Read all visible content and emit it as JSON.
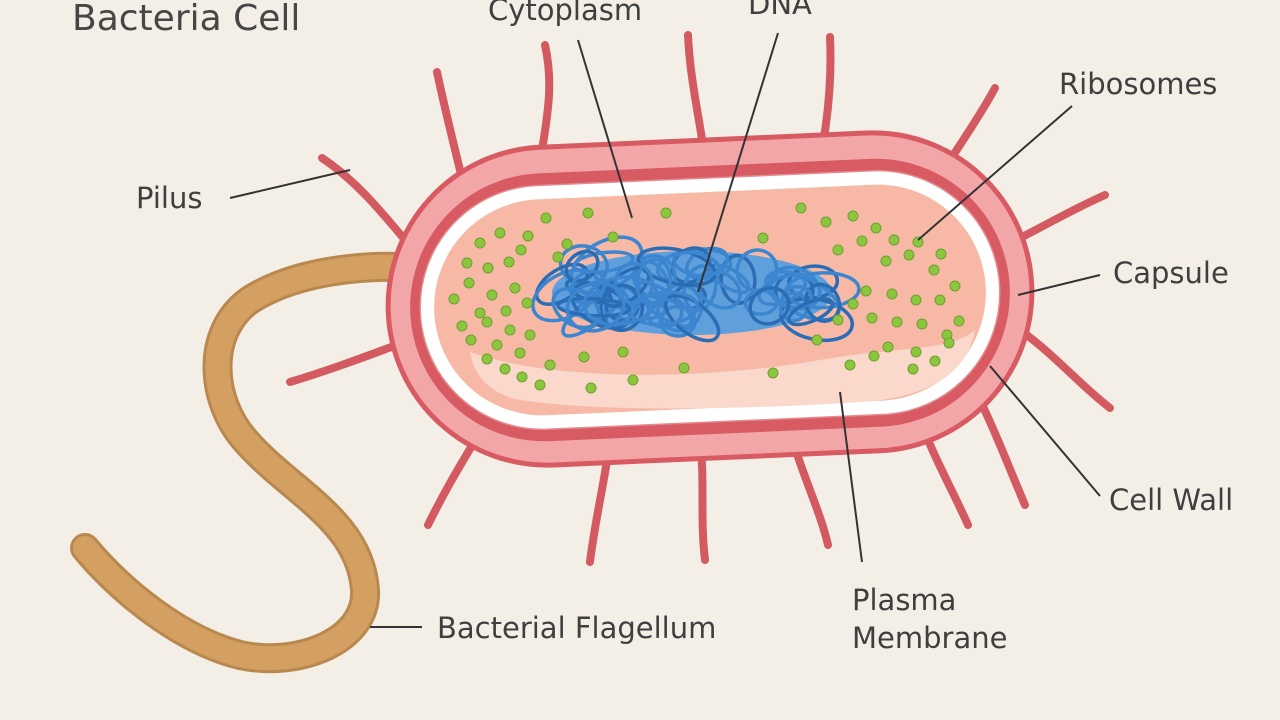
{
  "title": "Bacteria Cell",
  "labels": {
    "cytoplasm": "Cytoplasm",
    "dna": "DNA",
    "ribosomes": "Ribosomes",
    "pilus": "Pilus",
    "capsule": "Capsule",
    "cell_wall": "Cell Wall",
    "plasma_membrane_line1": "Plasma",
    "plasma_membrane_line2": "Membrane",
    "flagellum": "Bacterial Flagellum"
  },
  "colors": {
    "background": "#f3efe6",
    "capsule": "#f2a6a8",
    "cell_wall": "#d85a62",
    "plasma_membrane": "#ffffff",
    "cytoplasm": "#f7b9a6",
    "dna": "#3b86cf",
    "ribosome": "#8cc63f",
    "flagellum": "#d4a061",
    "label_text": "#3f3f3f"
  }
}
